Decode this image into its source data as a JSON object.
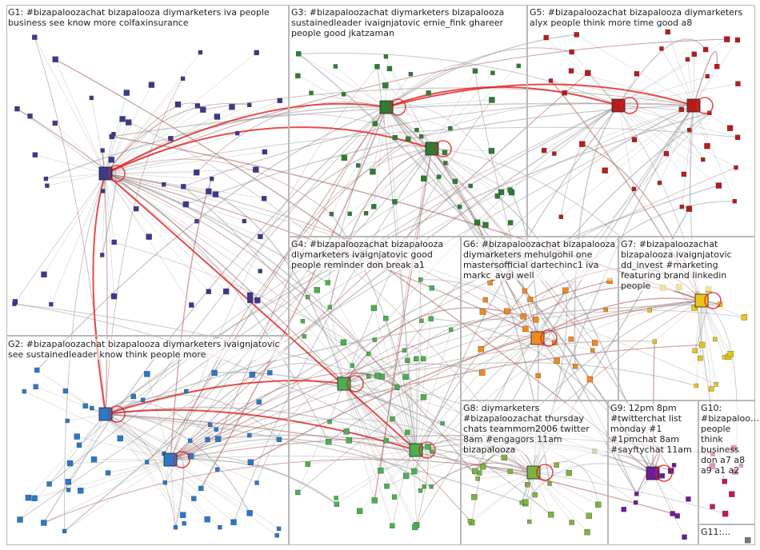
{
  "groups": [
    {
      "id": "G1",
      "label": "G1: #bizapaloozachat bizapalooza diymarketers iva people business see know more colfaxinsurance"
    },
    {
      "id": "G2",
      "label": "G2: #bizapaloozachat bizapalooza diymarketers ivaignjatovic see sustainedleader know think people more"
    },
    {
      "id": "G3",
      "label": "G3: #bizapaloozachat diymarketers bizapalooza sustainedleader ivaignjatovic ernie_fink ghareer people good jkatzaman"
    },
    {
      "id": "G4",
      "label": "G4: #bizapaloozachat bizapalooza diymarketers ivaignjatovic good people reminder don break a1"
    },
    {
      "id": "G5",
      "label": "G5: #bizapaloozachat bizapalooza diymarketers alyx people think more time good a8"
    },
    {
      "id": "G6",
      "label": "G6: #bizapaloozachat bizapalooza diymarketers mehulgohil one mastersofficial dartechinc1 iva markc_avgi well"
    },
    {
      "id": "G7",
      "label": "G7: #bizapaloozachat bizapalooza ivaignjatovic dd_invest #marketing featuring brand linkedin people"
    },
    {
      "id": "G8",
      "label": "G8: diymarketers #bizapaloozachat thursday chats teammom2006 twitter 8am #engagors 11am bizapalooza"
    },
    {
      "id": "G9",
      "label": "G9: 12pm 8pm #twitterchat list monday #1 #1pmchat 8am #sayftychat 11am"
    },
    {
      "id": "G10",
      "label": "G10: #bizapaloo… people think business don a7 a8 a9 a1 a2"
    },
    {
      "id": "G11",
      "label": "G11:…"
    }
  ],
  "colors": {
    "box_border": "#b8b8b8",
    "edge_gray": "#9a9a9a",
    "edge_red": "#e02020",
    "edge_maroon": "#a05050",
    "G1": "#3a3a8c",
    "G2": "#2a78c8",
    "G3": "#2e7d32",
    "G4": "#4caf50",
    "G5": "#b71c1c",
    "G6": "#ef8a1e",
    "G7": "#e6c619",
    "G8": "#7cb342",
    "G9": "#6a1b9a",
    "G10": "#c2185b",
    "G11": "#777777"
  }
}
